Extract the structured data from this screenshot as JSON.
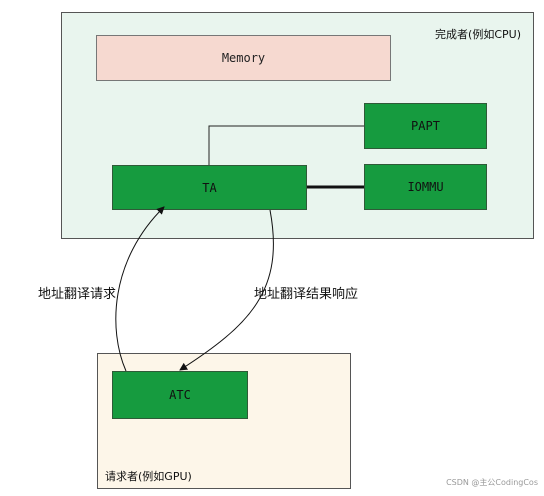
{
  "completer": {
    "label": "完成者(例如CPU)",
    "memory": "Memory",
    "papt": "PAPT",
    "iommu": "IOMMU",
    "ta": "TA"
  },
  "requester": {
    "label": "请求者(例如GPU)",
    "atc": "ATC"
  },
  "edges": {
    "request": "地址翻译请求",
    "response": "地址翻译结果响应"
  },
  "watermark": "CSDN @主公CodingCos",
  "colors": {
    "component": "#169b3f",
    "memory": "#f6d9d0",
    "completer_bg": "#e9f5ee",
    "requester_bg": "#fdf6e9"
  }
}
